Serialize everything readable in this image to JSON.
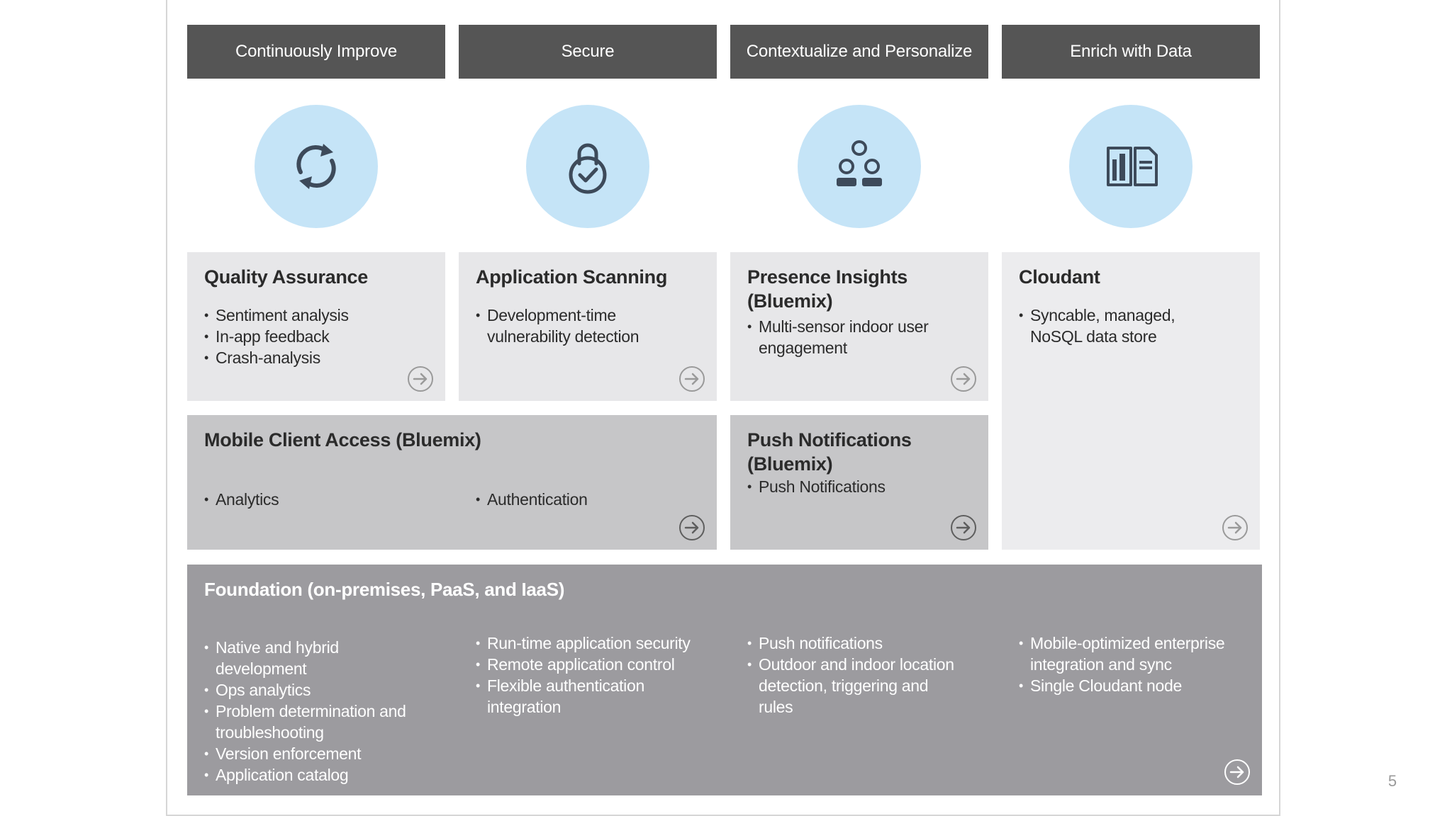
{
  "headers": {
    "col1": "Continuously Improve",
    "col2": "Secure",
    "col3": "Contextualize and Personalize",
    "col4": "Enrich with Data"
  },
  "icons": {
    "col1": "refresh-cycle-icon",
    "col2": "padlock-check-icon",
    "col3": "people-group-icon",
    "col4": "documents-icon"
  },
  "colors": {
    "header_bg": "#555555",
    "circle_bg": "#c5e4f7",
    "icon_stroke": "#3d4a5a",
    "card_light": "#e7e7e9",
    "card_mid": "#c6c6c8",
    "card_dark": "#9c9b9f"
  },
  "quality": {
    "title": "Quality Assurance",
    "items": [
      "Sentiment analysis",
      "In-app feedback",
      "Crash-analysis"
    ]
  },
  "scanning": {
    "title": "Application Scanning",
    "items": [
      "Development-time vulnerability detection"
    ]
  },
  "presence": {
    "title": "Presence Insights (Bluemix)",
    "items": [
      "Multi-sensor indoor user engagement"
    ]
  },
  "cloudant": {
    "title": "Cloudant",
    "items": [
      "Syncable, managed, NoSQL data store"
    ]
  },
  "mca": {
    "title": "Mobile Client Access (Bluemix)",
    "items_left": [
      "Analytics"
    ],
    "items_right": [
      "Authentication"
    ]
  },
  "push": {
    "title": "Push Notifications (Bluemix)",
    "items": [
      "Push Notifications"
    ]
  },
  "foundation": {
    "title": "Foundation (on-premises, PaaS, and IaaS)",
    "col1": [
      "Native and hybrid development",
      "Ops analytics",
      "Problem determination and troubleshooting",
      "Version enforcement",
      "Application catalog"
    ],
    "col2": [
      "Run-time application security",
      "Remote application control",
      "Flexible authentication integration"
    ],
    "col3": [
      "Push notifications",
      "Outdoor and indoor location detection, triggering and rules"
    ],
    "col4": [
      "Mobile-optimized enterprise integration and sync",
      "Single Cloudant node"
    ]
  },
  "page_number": "5"
}
